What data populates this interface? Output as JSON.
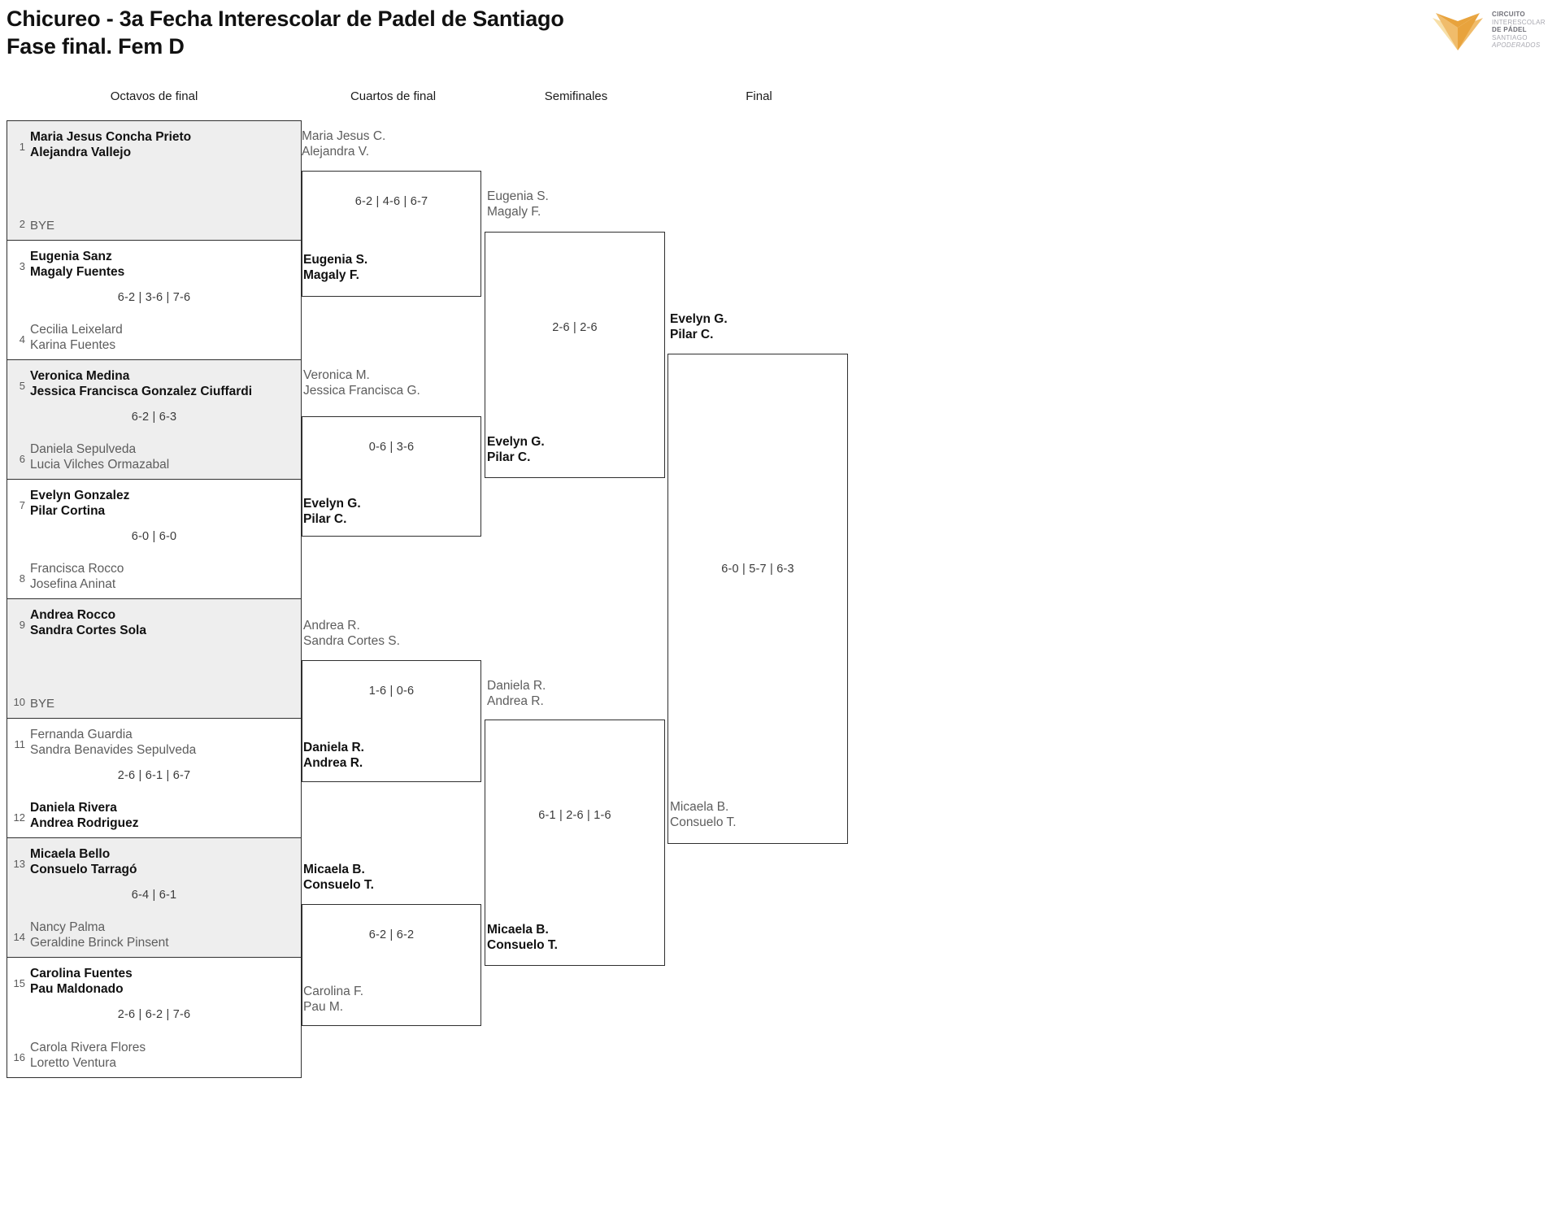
{
  "header": {
    "title_line1": "Chicureo - 3a Fecha Interescolar de Padel de Santiago",
    "title_line2": "Fase final. Fem D"
  },
  "logo": {
    "line1": "CIRCUITO",
    "line2": "INTERESCOLAR",
    "line3": "DE PÁDEL",
    "line4": "SANTIAGO",
    "line5": "APODERADOS",
    "color_dark": "#E8A33D",
    "color_mid": "#F0BC6B",
    "color_light": "#F7DFA8"
  },
  "rounds": [
    {
      "label": "Octavos de final"
    },
    {
      "label": "Cuartos de final"
    },
    {
      "label": "Semifinales"
    },
    {
      "label": "Final"
    }
  ],
  "round1": [
    {
      "score": "",
      "top": {
        "seed": "1",
        "n1": "Maria Jesus Concha Prieto",
        "n2": "Alejandra Vallejo",
        "result": "winner"
      },
      "bottom": {
        "seed": "2",
        "n1": "BYE",
        "n2": "",
        "result": "bye"
      }
    },
    {
      "score": "6-2 | 3-6 | 7-6",
      "top": {
        "seed": "3",
        "n1": "Eugenia Sanz",
        "n2": "Magaly Fuentes",
        "result": "winner"
      },
      "bottom": {
        "seed": "4",
        "n1": "Cecilia Leixelard",
        "n2": "Karina Fuentes",
        "result": "loser"
      }
    },
    {
      "score": "6-2 | 6-3",
      "top": {
        "seed": "5",
        "n1": "Veronica Medina",
        "n2": "Jessica Francisca Gonzalez Ciuffardi",
        "result": "winner"
      },
      "bottom": {
        "seed": "6",
        "n1": "Daniela Sepulveda",
        "n2": "Lucia Vilches Ormazabal",
        "result": "loser"
      }
    },
    {
      "score": "6-0 | 6-0",
      "top": {
        "seed": "7",
        "n1": "Evelyn Gonzalez",
        "n2": "Pilar Cortina",
        "result": "winner"
      },
      "bottom": {
        "seed": "8",
        "n1": "Francisca Rocco",
        "n2": "Josefina Aninat",
        "result": "loser"
      }
    },
    {
      "score": "",
      "top": {
        "seed": "9",
        "n1": "Andrea Rocco",
        "n2": "Sandra Cortes Sola",
        "result": "winner"
      },
      "bottom": {
        "seed": "10",
        "n1": "BYE",
        "n2": "",
        "result": "bye"
      }
    },
    {
      "score": "2-6 | 6-1 | 6-7",
      "top": {
        "seed": "11",
        "n1": "Fernanda Guardia",
        "n2": "Sandra Benavides Sepulveda",
        "result": "loser"
      },
      "bottom": {
        "seed": "12",
        "n1": "Daniela Rivera",
        "n2": "Andrea Rodriguez",
        "result": "winner"
      }
    },
    {
      "score": "6-4 | 6-1",
      "top": {
        "seed": "13",
        "n1": "Micaela Bello",
        "n2": "Consuelo Tarragó",
        "result": "winner"
      },
      "bottom": {
        "seed": "14",
        "n1": "Nancy Palma",
        "n2": "Geraldine Brinck Pinsent",
        "result": "loser"
      }
    },
    {
      "score": "2-6 | 6-2 | 7-6",
      "top": {
        "seed": "15",
        "n1": "Carolina Fuentes",
        "n2": "Pau Maldonado",
        "result": "winner"
      },
      "bottom": {
        "seed": "16",
        "n1": "Carola Rivera Flores",
        "n2": "Loretto Ventura",
        "result": "loser"
      }
    }
  ],
  "round2": [
    {
      "score": "6-2 | 4-6 | 6-7",
      "top": {
        "n1": "Maria Jesus C.",
        "n2": "Alejandra V.",
        "result": "loser"
      },
      "bottom": {
        "n1": "Eugenia S.",
        "n2": "Magaly F.",
        "result": "winner"
      }
    },
    {
      "score": "0-6 | 3-6",
      "top": {
        "n1": "Veronica M.",
        "n2": "Jessica Francisca G.",
        "result": "loser"
      },
      "bottom": {
        "n1": "Evelyn G.",
        "n2": "Pilar C.",
        "result": "winner"
      }
    },
    {
      "score": "1-6 | 0-6",
      "top": {
        "n1": "Andrea R.",
        "n2": "Sandra Cortes S.",
        "result": "loser"
      },
      "bottom": {
        "n1": "Daniela R.",
        "n2": "Andrea R.",
        "result": "winner"
      }
    },
    {
      "score": "6-2 | 6-2",
      "top": {
        "n1": "Micaela B.",
        "n2": "Consuelo T.",
        "result": "winner"
      },
      "bottom": {
        "n1": "Carolina F.",
        "n2": "Pau M.",
        "result": "loser"
      }
    }
  ],
  "round3": [
    {
      "score": "2-6 | 2-6",
      "top": {
        "n1": "Eugenia S.",
        "n2": "Magaly F.",
        "result": "loser"
      },
      "bottom": {
        "n1": "Evelyn G.",
        "n2": "Pilar C.",
        "result": "winner"
      }
    },
    {
      "score": "6-1 | 2-6 | 1-6",
      "top": {
        "n1": "Daniela R.",
        "n2": "Andrea R.",
        "result": "loser"
      },
      "bottom": {
        "n1": "Micaela B.",
        "n2": "Consuelo T.",
        "result": "winner"
      }
    }
  ],
  "round4": [
    {
      "score": "6-0 | 5-7 | 6-3",
      "top": {
        "n1": "Evelyn G.",
        "n2": "Pilar C.",
        "result": "winner"
      },
      "bottom": {
        "n1": "Micaela B.",
        "n2": "Consuelo T.",
        "result": "loser"
      }
    }
  ]
}
